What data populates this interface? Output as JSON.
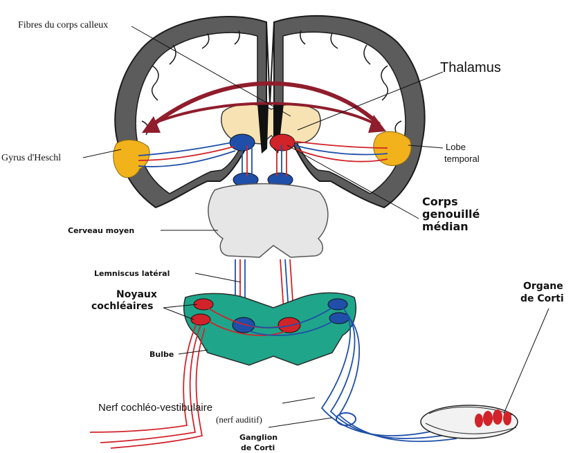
{
  "labels": {
    "fibres": "Fibres du corps calleux",
    "thalamus": "Thalamus",
    "gyrus": "Gyrus d'Heschl",
    "lobe_line1": "Lobe",
    "lobe_line2": "temporal",
    "corps_line1": "Corps",
    "corps_line2": "genouillé",
    "corps_line3": "médian",
    "cerveau": "Cerveau moyen",
    "lemniscus": "Lemniscus latéral",
    "noyaux_line1": "Noyaux",
    "noyaux_line2": "cochléaires",
    "organe_line1": "Organe",
    "organe_line2": "de Corti",
    "bulbe": "Bulbe",
    "nerf": "Nerf cochléo-vestibulaire",
    "nerf_sub": "(nerf auditif)",
    "ganglion_line1": "Ganglion",
    "ganglion_line2": "de Corti"
  },
  "colors": {
    "pathway_red": "#d1232a",
    "pathway_blue": "#1f4fa8",
    "callosal_arrow": "#8f1d2c",
    "medulla": "#1fa58a",
    "thalamus_fill": "#f6e2b3",
    "auditory_cortex": "#f2b21c",
    "midbrain": "#e6e6e6"
  }
}
